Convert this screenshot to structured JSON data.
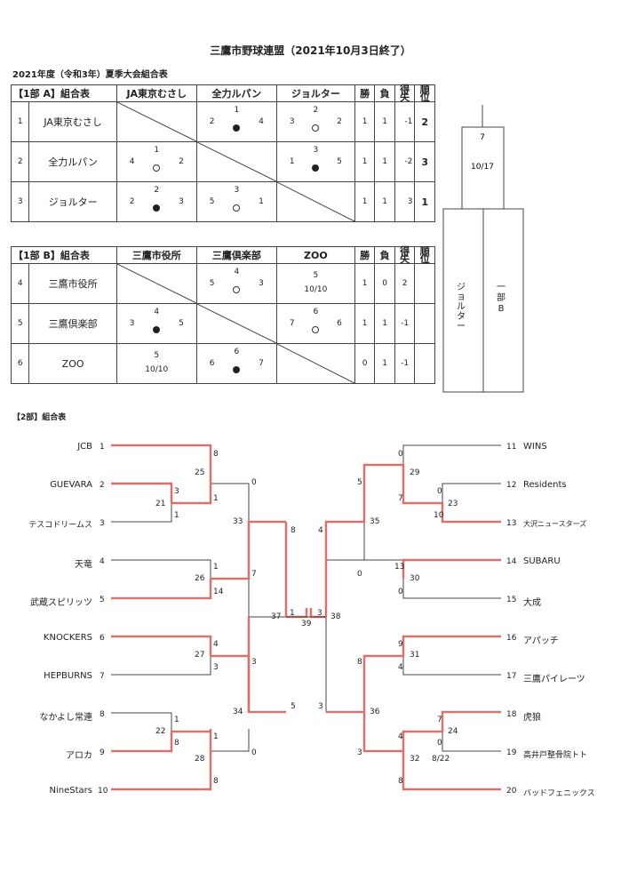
{
  "title": "三鷹市野球連盟（2021年10月3日終了）",
  "subtitle": "2021年度（令和3年）夏季大会組合表",
  "group_a": {
    "label": "【1部 A】組合表",
    "cols": [
      "JA東京むさし",
      "全力ルパン",
      "ジョルター"
    ],
    "stat_headers": [
      "勝",
      "負",
      "得失",
      "順位"
    ],
    "rows": [
      {
        "no": "1",
        "team": "JA東京むさし",
        "results": [
          null,
          {
            "game": "1",
            "l": "2",
            "r": "4",
            "mark": "loss"
          },
          {
            "game": "2",
            "l": "3",
            "r": "2",
            "mark": "win"
          }
        ],
        "w": "1",
        "lo": "1",
        "diff": "-1",
        "rank": "2"
      },
      {
        "no": "2",
        "team": "全力ルパン",
        "results": [
          {
            "game": "1",
            "l": "4",
            "r": "2",
            "mark": "win"
          },
          null,
          {
            "game": "3",
            "l": "1",
            "r": "5",
            "mark": "loss"
          }
        ],
        "w": "1",
        "lo": "1",
        "diff": "-2",
        "rank": "3"
      },
      {
        "no": "3",
        "team": "ジョルター",
        "results": [
          {
            "game": "2",
            "l": "2",
            "r": "3",
            "mark": "loss"
          },
          {
            "game": "3",
            "l": "5",
            "r": "1",
            "mark": "win"
          },
          null
        ],
        "w": "1",
        "lo": "1",
        "diff": "3",
        "rank": "1"
      }
    ]
  },
  "group_b": {
    "label": "【1部 B】組合表",
    "cols": [
      "三鷹市役所",
      "三鷹倶楽部",
      "ZOO"
    ],
    "stat_headers": [
      "勝",
      "負",
      "得失",
      "順位"
    ],
    "rows": [
      {
        "no": "4",
        "team": "三鷹市役所",
        "results": [
          null,
          {
            "game": "4",
            "l": "5",
            "r": "3",
            "mark": "win"
          },
          {
            "game": "5",
            "date": "10/10"
          }
        ],
        "w": "1",
        "lo": "0",
        "diff": "2",
        "rank": ""
      },
      {
        "no": "5",
        "team": "三鷹倶楽部",
        "results": [
          {
            "game": "4",
            "l": "3",
            "r": "5",
            "mark": "loss"
          },
          null,
          {
            "game": "6",
            "l": "7",
            "r": "6",
            "mark": "win"
          }
        ],
        "w": "1",
        "lo": "1",
        "diff": "-1",
        "rank": ""
      },
      {
        "no": "6",
        "team": "ZOO",
        "results": [
          {
            "game": "5",
            "date": "10/10"
          },
          {
            "game": "6",
            "l": "6",
            "r": "7",
            "mark": "loss"
          },
          null
        ],
        "w": "0",
        "lo": "1",
        "diff": "-1",
        "rank": ""
      }
    ]
  },
  "final1": {
    "game": "7",
    "date": "10/17",
    "left_team": "ジョルター",
    "right_team": "一部B"
  },
  "section2_label": "【2部】組合表",
  "bracket": {
    "left_teams": [
      {
        "name": "JCB",
        "no": "1"
      },
      {
        "name": "GUEVARA",
        "no": "2"
      },
      {
        "name": "テスコドリームス",
        "no": "3"
      },
      {
        "name": "天竜",
        "no": "4"
      },
      {
        "name": "武蔵スピリッツ",
        "no": "5"
      },
      {
        "name": "KNOCKERS",
        "no": "6"
      },
      {
        "name": "HEPBURNS",
        "no": "7"
      },
      {
        "name": "なかよし常連",
        "no": "8"
      },
      {
        "name": "アロカ",
        "no": "9"
      },
      {
        "name": "NineStars",
        "no": "10"
      }
    ],
    "right_teams": [
      {
        "name": "WINS",
        "no": "11"
      },
      {
        "name": "Residents",
        "no": "12"
      },
      {
        "name": "大沢ニュースターズ",
        "no": "13"
      },
      {
        "name": "SUBARU",
        "no": "14"
      },
      {
        "name": "大成",
        "no": "15"
      },
      {
        "name": "アパッチ",
        "no": "16"
      },
      {
        "name": "三鷹パイレーツ",
        "no": "17"
      },
      {
        "name": "虎狼",
        "no": "18"
      },
      {
        "name": "高井戸整骨院トト",
        "no": "19"
      },
      {
        "name": "バッドフェニックス",
        "no": "20"
      }
    ],
    "games": {
      "g21": "21",
      "g22": "22",
      "g23": "23",
      "g24": "24",
      "g25": "25",
      "g26": "26",
      "g27": "27",
      "g28": "28",
      "g29": "29",
      "g30": "30",
      "g31": "31",
      "g32": "32",
      "g33": "33",
      "g34": "34",
      "g35": "35",
      "g36": "36",
      "g37": "37",
      "g38": "38",
      "g39": "39"
    },
    "scores": {
      "s1": "8",
      "s2": "3",
      "s3": "1",
      "s21": "1",
      "s25": "0",
      "s4": "1",
      "s5": "14",
      "s6": "4",
      "s7": "3",
      "s8": "1",
      "s9": "8",
      "s22": "1",
      "s10": "8",
      "s33a": "8",
      "s26": "7",
      "s27": "3",
      "s28": "0",
      "s34": "5",
      "s37l": "1",
      "s38r": "3",
      "s11": "0",
      "s29": "5",
      "s12": "0",
      "s13": "10",
      "s23": "7",
      "s14": "13",
      "s15": "0",
      "s30": "0",
      "s35a": "4",
      "s35b": "3",
      "s16": "9",
      "s17": "4",
      "s31": "8",
      "s18": "7",
      "s19": "0",
      "s24": "4",
      "s20": "8",
      "s32": "3",
      "date24": "8/22"
    }
  }
}
